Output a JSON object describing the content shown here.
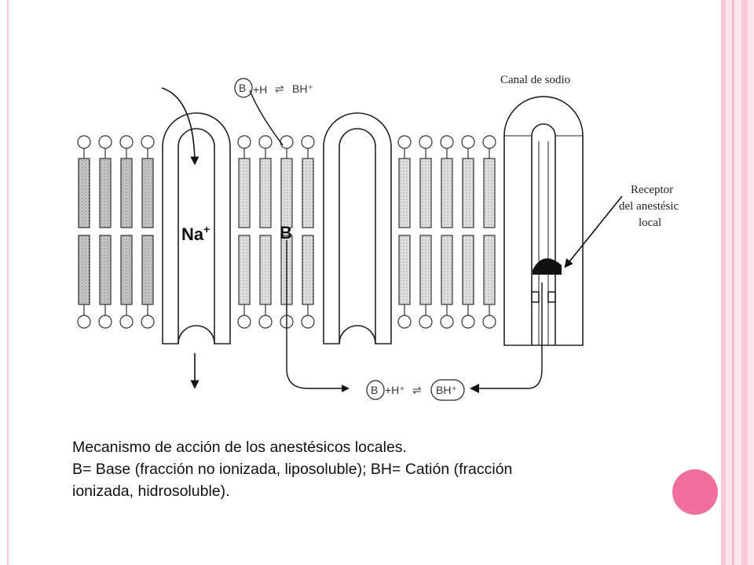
{
  "diagram": {
    "ion_label": "Na",
    "ion_charge": "+",
    "base_label": "B",
    "top_equation": {
      "base": "B",
      "plus_h": "+H",
      "arrow": "⇌",
      "product": "BH⁺"
    },
    "bottom_equation": {
      "base": "B",
      "plus_h": "+H⁺",
      "arrow": "⇌",
      "product": "BH⁺"
    },
    "channel_label": "Canal de sodio",
    "receptor_label": [
      "Receptor",
      "del anestésic",
      "local"
    ]
  },
  "caption": {
    "line1": "Mecanismo de acción de los anestésicos locales.",
    "line2": "B= Base (fracción no ionizada, liposoluble); BH= Catión (fracción",
    "line3": "ionizada, hidrosoluble)."
  },
  "colors": {
    "accent_dot": "#f06f9d",
    "frame": "#f4c6d3"
  }
}
